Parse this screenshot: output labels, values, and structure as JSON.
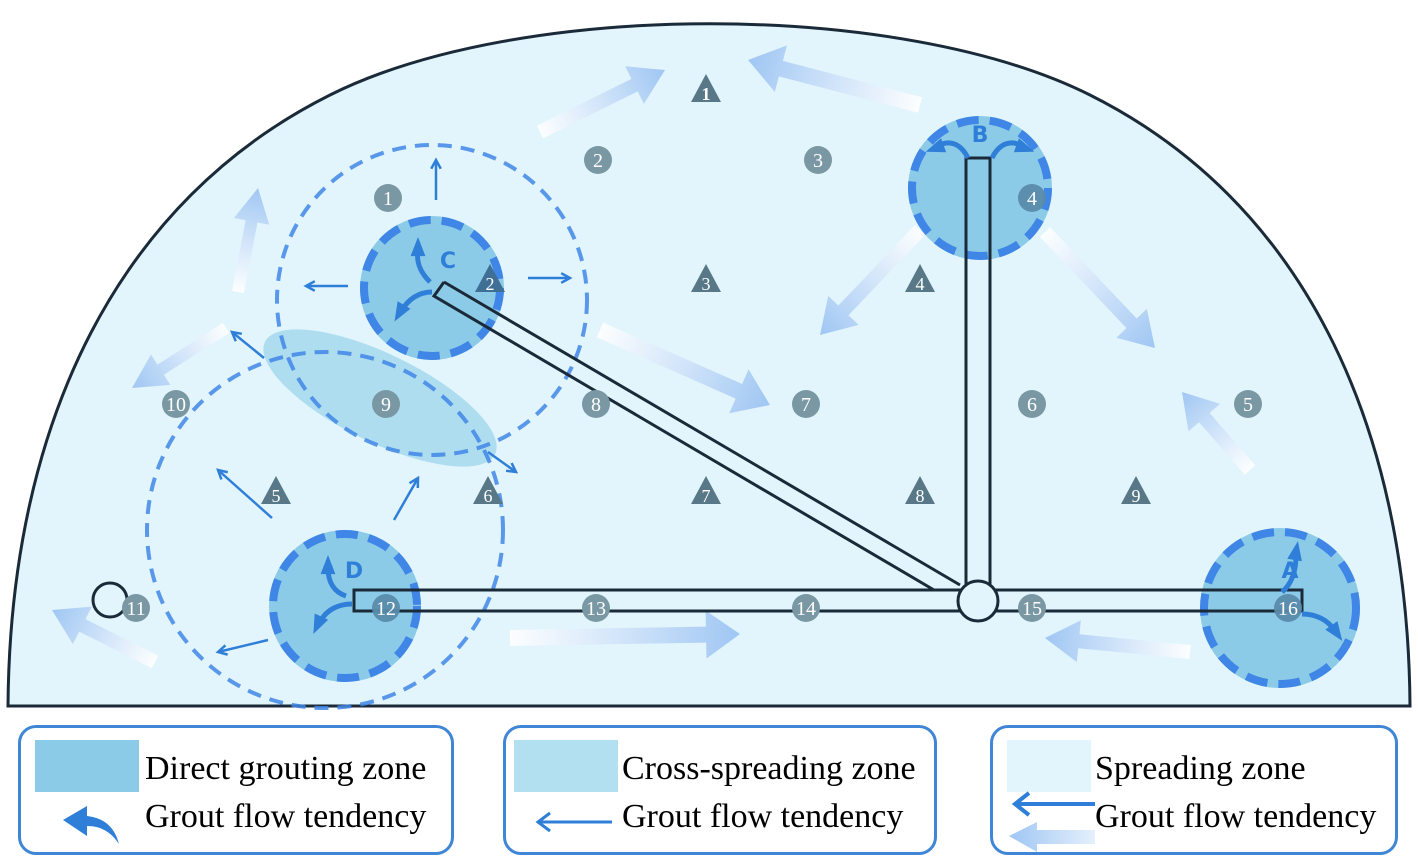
{
  "diagram": {
    "colors": {
      "spreading_zone": "#e2f5fc",
      "direct_zone": "#8ccbe8",
      "cross_zone": "#a9daee",
      "dashed_blue": "#3f86e6",
      "flow_arrow": "#2f7fd8",
      "soft_arrow": "#a8cbf5",
      "pipe_stroke": "#1b2a38",
      "circle_marker": "#7a98a4",
      "triangle_marker": "#587887",
      "marker_text": "#ffffff",
      "hole_label": "#2f7fd8"
    },
    "grout_holes": [
      {
        "label": "A"
      },
      {
        "label": "B"
      },
      {
        "label": "C"
      },
      {
        "label": "D"
      }
    ],
    "circle_points": [
      "1",
      "2",
      "3",
      "4",
      "5",
      "6",
      "7",
      "8",
      "9",
      "10",
      "11",
      "12",
      "13",
      "14",
      "15",
      "16"
    ],
    "triangle_points": [
      "1",
      "2",
      "3",
      "4",
      "5",
      "6",
      "7",
      "8",
      "9"
    ]
  },
  "legend": [
    {
      "zone_label": "Direct grouting zone",
      "flow_label": "Grout flow tendency",
      "swatch_color": "#8ccbe8",
      "icon": "curved-arrow-icon"
    },
    {
      "zone_label": "Cross-spreading zone",
      "flow_label": "Grout flow tendency",
      "swatch_color": "#b3e0f1",
      "icon": "thin-arrow-icon"
    },
    {
      "zone_label": "Spreading zone",
      "flow_label": "Grout flow tendency",
      "swatch_color": "#e2f5fc",
      "icon": "double-arrow-icon"
    }
  ]
}
